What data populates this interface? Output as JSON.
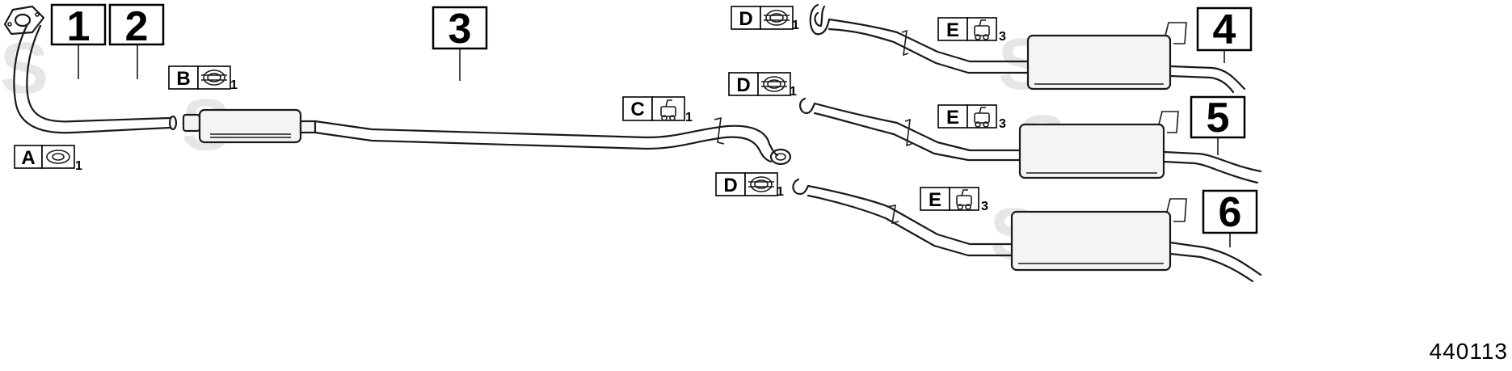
{
  "parts": [
    {
      "label": "1"
    },
    {
      "label": "2"
    },
    {
      "label": "3"
    },
    {
      "label": "4"
    },
    {
      "label": "5"
    },
    {
      "label": "6"
    }
  ],
  "fittings": [
    {
      "letter": "A",
      "icon": "gasket-ring-icon",
      "qty": "1"
    },
    {
      "letter": "B",
      "icon": "pipe-clamp-icon",
      "qty": "1"
    },
    {
      "letter": "C",
      "icon": "rubber-hanger-icon",
      "qty": "1"
    },
    {
      "letter": "D",
      "icon": "pipe-clamp-icon",
      "qty": "1"
    },
    {
      "letter": "D",
      "icon": "pipe-clamp-icon",
      "qty": "1"
    },
    {
      "letter": "D",
      "icon": "pipe-clamp-icon",
      "qty": "1"
    },
    {
      "letter": "E",
      "icon": "rubber-hanger-icon",
      "qty": "3"
    },
    {
      "letter": "E",
      "icon": "rubber-hanger-icon",
      "qty": "3"
    },
    {
      "letter": "E",
      "icon": "rubber-hanger-icon",
      "qty": "3"
    }
  ],
  "reference_number": "440113",
  "colors": {
    "line": "#1a1a1a",
    "watermark": "#e6e6e6"
  }
}
